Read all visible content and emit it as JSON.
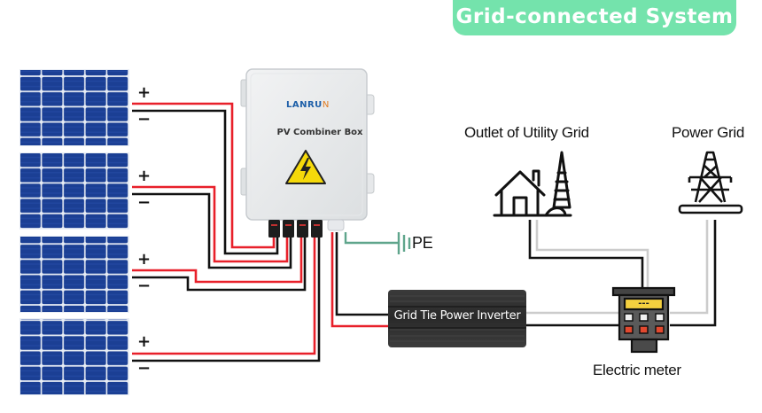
{
  "title": "Grid-connected System",
  "panels": [
    {
      "id": "panel-1",
      "plus": "+",
      "minus": "−"
    },
    {
      "id": "panel-2",
      "plus": "+",
      "minus": "−"
    },
    {
      "id": "panel-3",
      "plus": "+",
      "minus": "−"
    },
    {
      "id": "panel-4",
      "plus": "+",
      "minus": "−"
    }
  ],
  "combiner_box": {
    "brand_main": "LANRU",
    "brand_accent": "N",
    "label": "PV Combiner Box",
    "warning_icon": "high-voltage-icon"
  },
  "ground": {
    "label": "PE"
  },
  "inverter": {
    "label": "Grid Tie Power Inverter"
  },
  "utility_outlet": {
    "label": "Outlet of Utility Grid",
    "icon": "house-tree-icon"
  },
  "power_grid": {
    "label": "Power Grid",
    "icon": "transmission-tower-icon"
  },
  "meter": {
    "label": "Electric meter",
    "display": "---"
  },
  "colors": {
    "badge": "#74e3ac",
    "panel": "#1b3f94",
    "positive_wire": "#e8202a",
    "negative_wire": "#111111",
    "ground_wire": "#5fa58c",
    "grid_wire_light": "#cccccc",
    "meter_display": "#f4d03f",
    "meter_red_button": "#e2492f"
  }
}
